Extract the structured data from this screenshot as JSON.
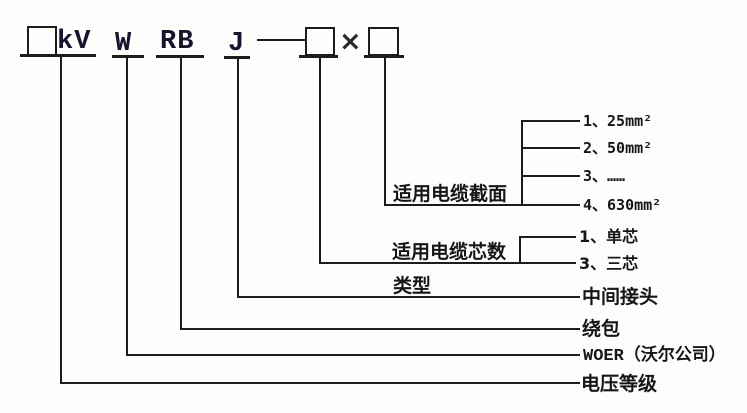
{
  "colors": {
    "background": "#fdfdfb",
    "line": "#1c1c1c",
    "text": "#161616",
    "code_text": "#15152e"
  },
  "code_row": {
    "voltage_unit": "kV",
    "brand_code": "W",
    "material_code": "RB",
    "type_code": "J",
    "multiply_sign": "×"
  },
  "cross_section": {
    "label": "适用电缆截面",
    "items": [
      "1、25mm²",
      "2、50mm²",
      "3、……",
      "4、630mm²"
    ]
  },
  "core_count": {
    "label": "适用电缆芯数",
    "items": [
      "1、单芯",
      "3、三芯"
    ]
  },
  "joint_type": {
    "label": "类型",
    "value": "中间接头"
  },
  "wrap": {
    "value": "绕包"
  },
  "brand": {
    "value": "WOER（沃尔公司）"
  },
  "voltage": {
    "value": "电压等级"
  }
}
